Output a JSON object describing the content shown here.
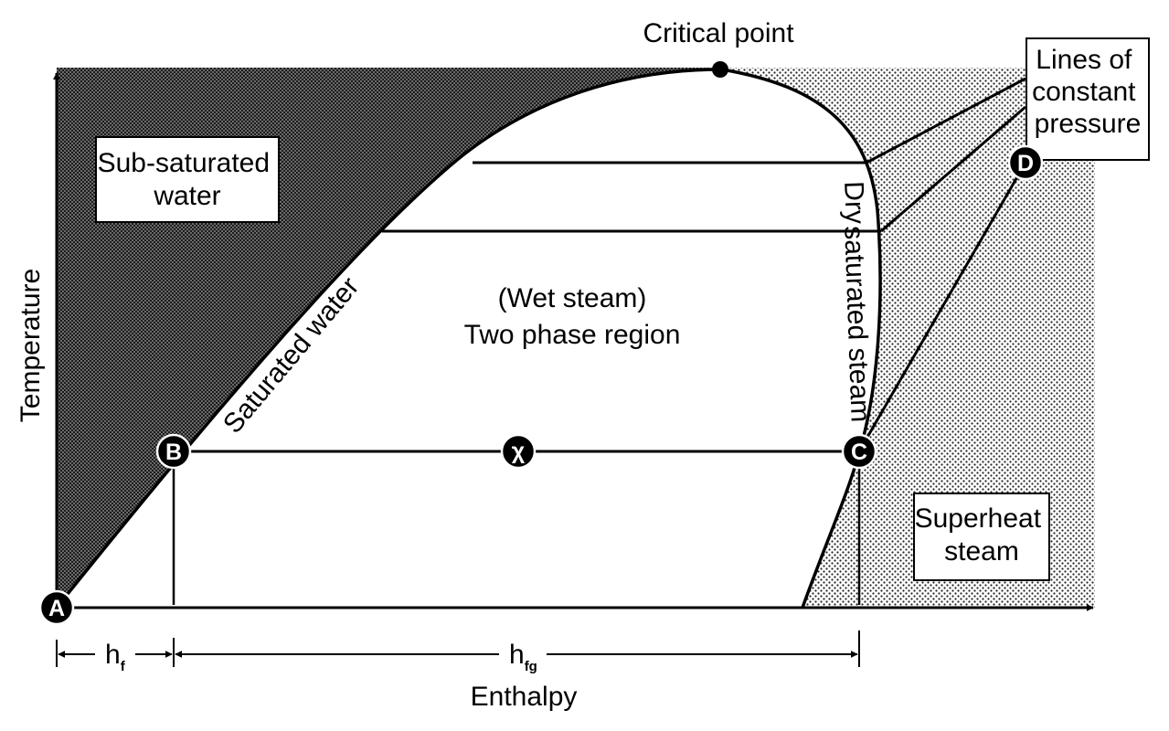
{
  "labels": {
    "critical_point": "Critical point",
    "lines_of_constant_pressure": [
      "Lines of",
      "constant",
      "pressure"
    ],
    "sub_saturated_water": [
      "Sub-saturated",
      "water"
    ],
    "saturated_water": "Saturated water",
    "wet_steam": "(Wet steam)",
    "two_phase_region": "Two phase region",
    "dry_saturated_steam": [
      "Dry",
      "saturated steam"
    ],
    "superheat_steam": [
      "Superheat",
      "steam"
    ],
    "y_axis": "Temperature",
    "x_axis": "Enthalpy"
  },
  "points": {
    "A": "A",
    "B": "B",
    "C": "C",
    "D": "D",
    "chi": "χ"
  },
  "dimensions": {
    "hf_main": "h",
    "hf_sub": "f",
    "hfg_main": "h",
    "hfg_sub": "fg"
  }
}
